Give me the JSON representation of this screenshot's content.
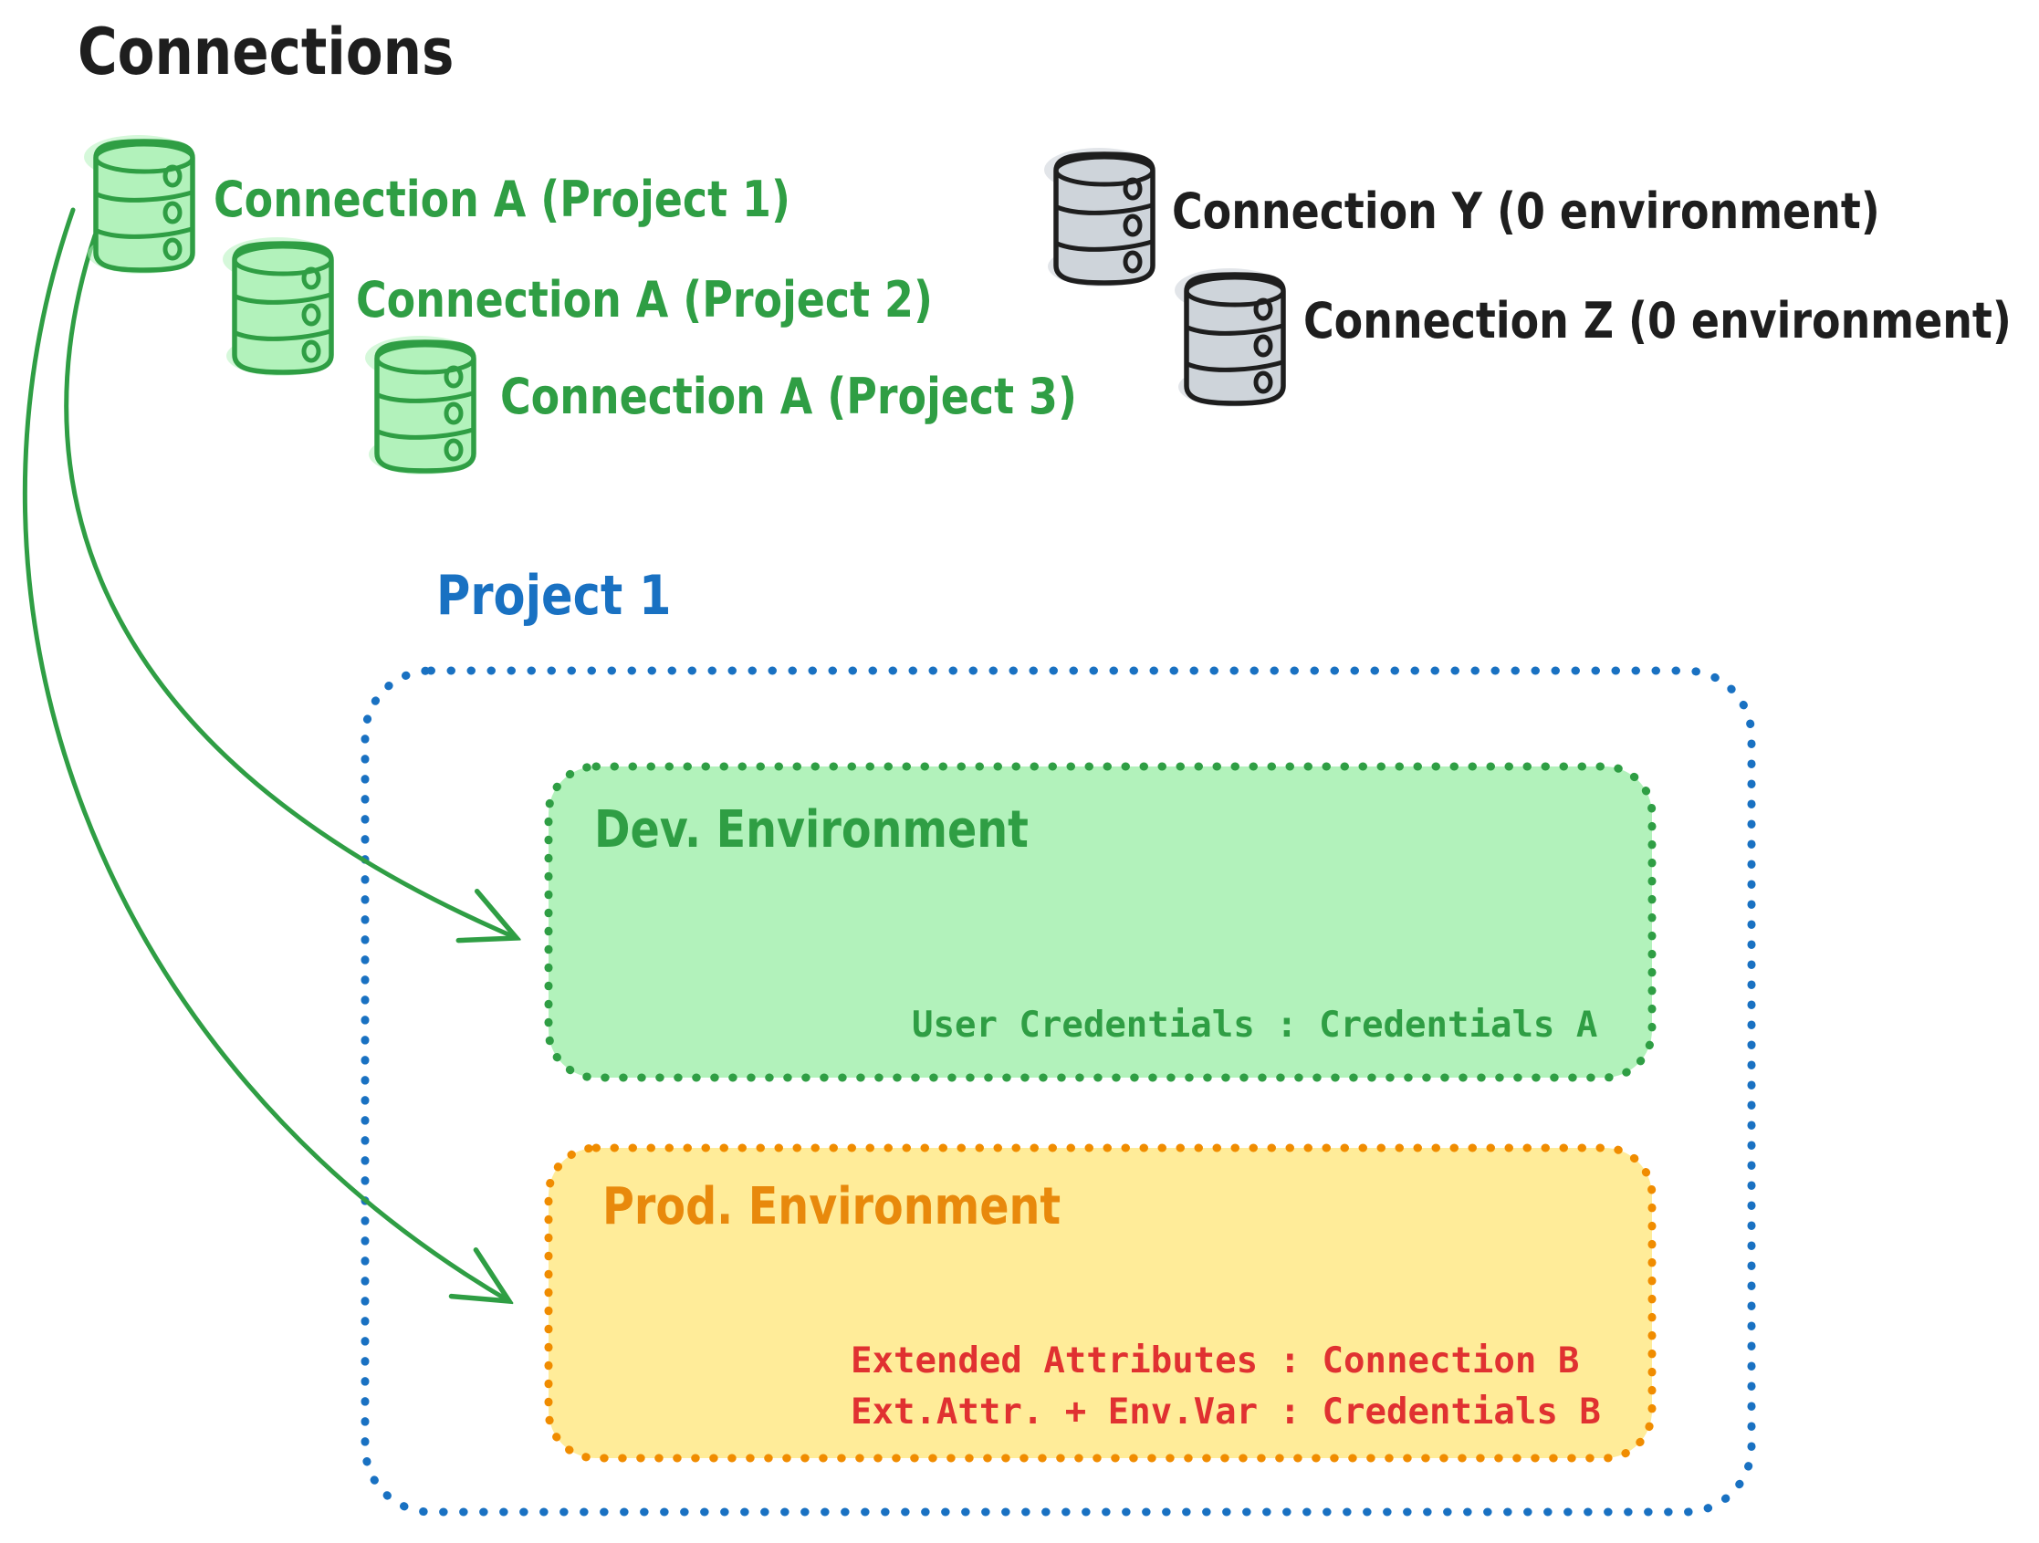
{
  "diagram_title": "Connections",
  "project_connections": [
    {
      "label": "Connection A (Project 1)"
    },
    {
      "label": "Connection A (Project 2)"
    },
    {
      "label": "Connection A (Project 3)"
    }
  ],
  "unassigned_connections": [
    {
      "label": "Connection Y (0 environment)"
    },
    {
      "label": "Connection Z (0 environment)"
    }
  ],
  "project": {
    "title": "Project 1",
    "dev_environment": {
      "title": "Dev. Environment",
      "mapping": "User Credentials : Credentials A"
    },
    "prod_environment": {
      "title": "Prod. Environment",
      "mappings": [
        "Extended Attributes : Connection B",
        "Ext.Attr. + Env.Var : Credentials B"
      ]
    }
  },
  "icons": {
    "green_database": "database-icon",
    "gray_database": "database-icon",
    "arrow": "curved-arrow"
  },
  "colors": {
    "connection_green_stroke": "#2f9e44",
    "connection_green_fill": "#b2f2bb",
    "neutral_black": "#1e1e1e",
    "gray_database_fill": "#ced4da",
    "project_blue": "#1971c2",
    "dev_green_stroke": "#2f9e44",
    "dev_green_fill": "#b2f2bb",
    "prod_orange_stroke": "#f08c00",
    "prod_orange_text": "#e8890c",
    "prod_yellow_fill": "#ffec99",
    "mapping_red": "#e03131",
    "canvas_background": "#ffffff"
  }
}
